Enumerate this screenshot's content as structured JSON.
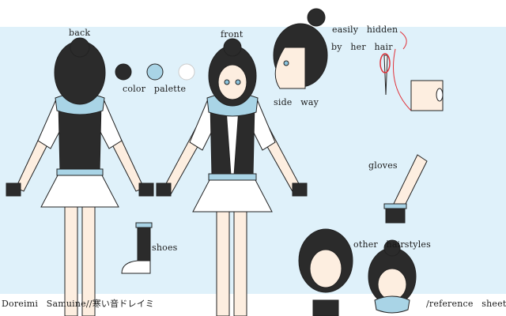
{
  "labels": {
    "back": "back",
    "front": "front",
    "side_way": "side way",
    "color_palette": "color palette",
    "easily_hidden": "easily hidden",
    "by_her_hair": "by her hair",
    "gloves": "gloves",
    "shoes": "shoes",
    "other_hairstyles": "other hairstyles",
    "signature": "Doreimi Samuine//寒い音ドレイミ",
    "footer": "/reference sheet"
  },
  "palette": {
    "black": "#2b2b2b",
    "light_blue": "#a9d4e6",
    "white": "#ffffff"
  },
  "colors": {
    "background_band": "#dff1fa",
    "hair": "#2e2e2e",
    "skin": "#fdeee0",
    "scarf": "#a9d4e6",
    "vest": "#2e2e2e",
    "skirt": "#ffffff",
    "accent_red": "#e0323a"
  }
}
